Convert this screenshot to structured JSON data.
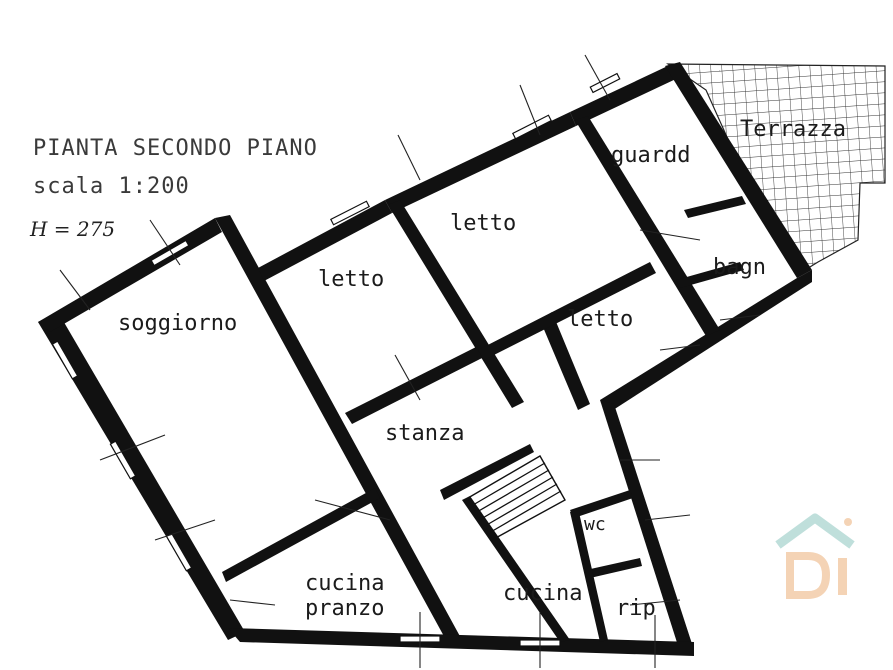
{
  "header": {
    "title": "PIANTA SECONDO PIANO",
    "scale": "scala 1:200",
    "height_note": "H = 275"
  },
  "rooms": {
    "soggiorno": "soggiorno",
    "letto_left": "letto",
    "letto_top": "letto",
    "letto_right": "letto",
    "guardaroba": "guardd",
    "terrazza": "Terrazza",
    "bagno": "bagn",
    "stanza": "stanza",
    "wc": "wc",
    "cucina_pranzo_line1": "cucina",
    "cucina_pranzo_line2": "pranzo",
    "cucina": "cucina",
    "rip": "rip"
  },
  "watermark": {
    "letters": "DI",
    "color_roof": "#b9dcd8",
    "color_letters": "#f3cfae"
  }
}
